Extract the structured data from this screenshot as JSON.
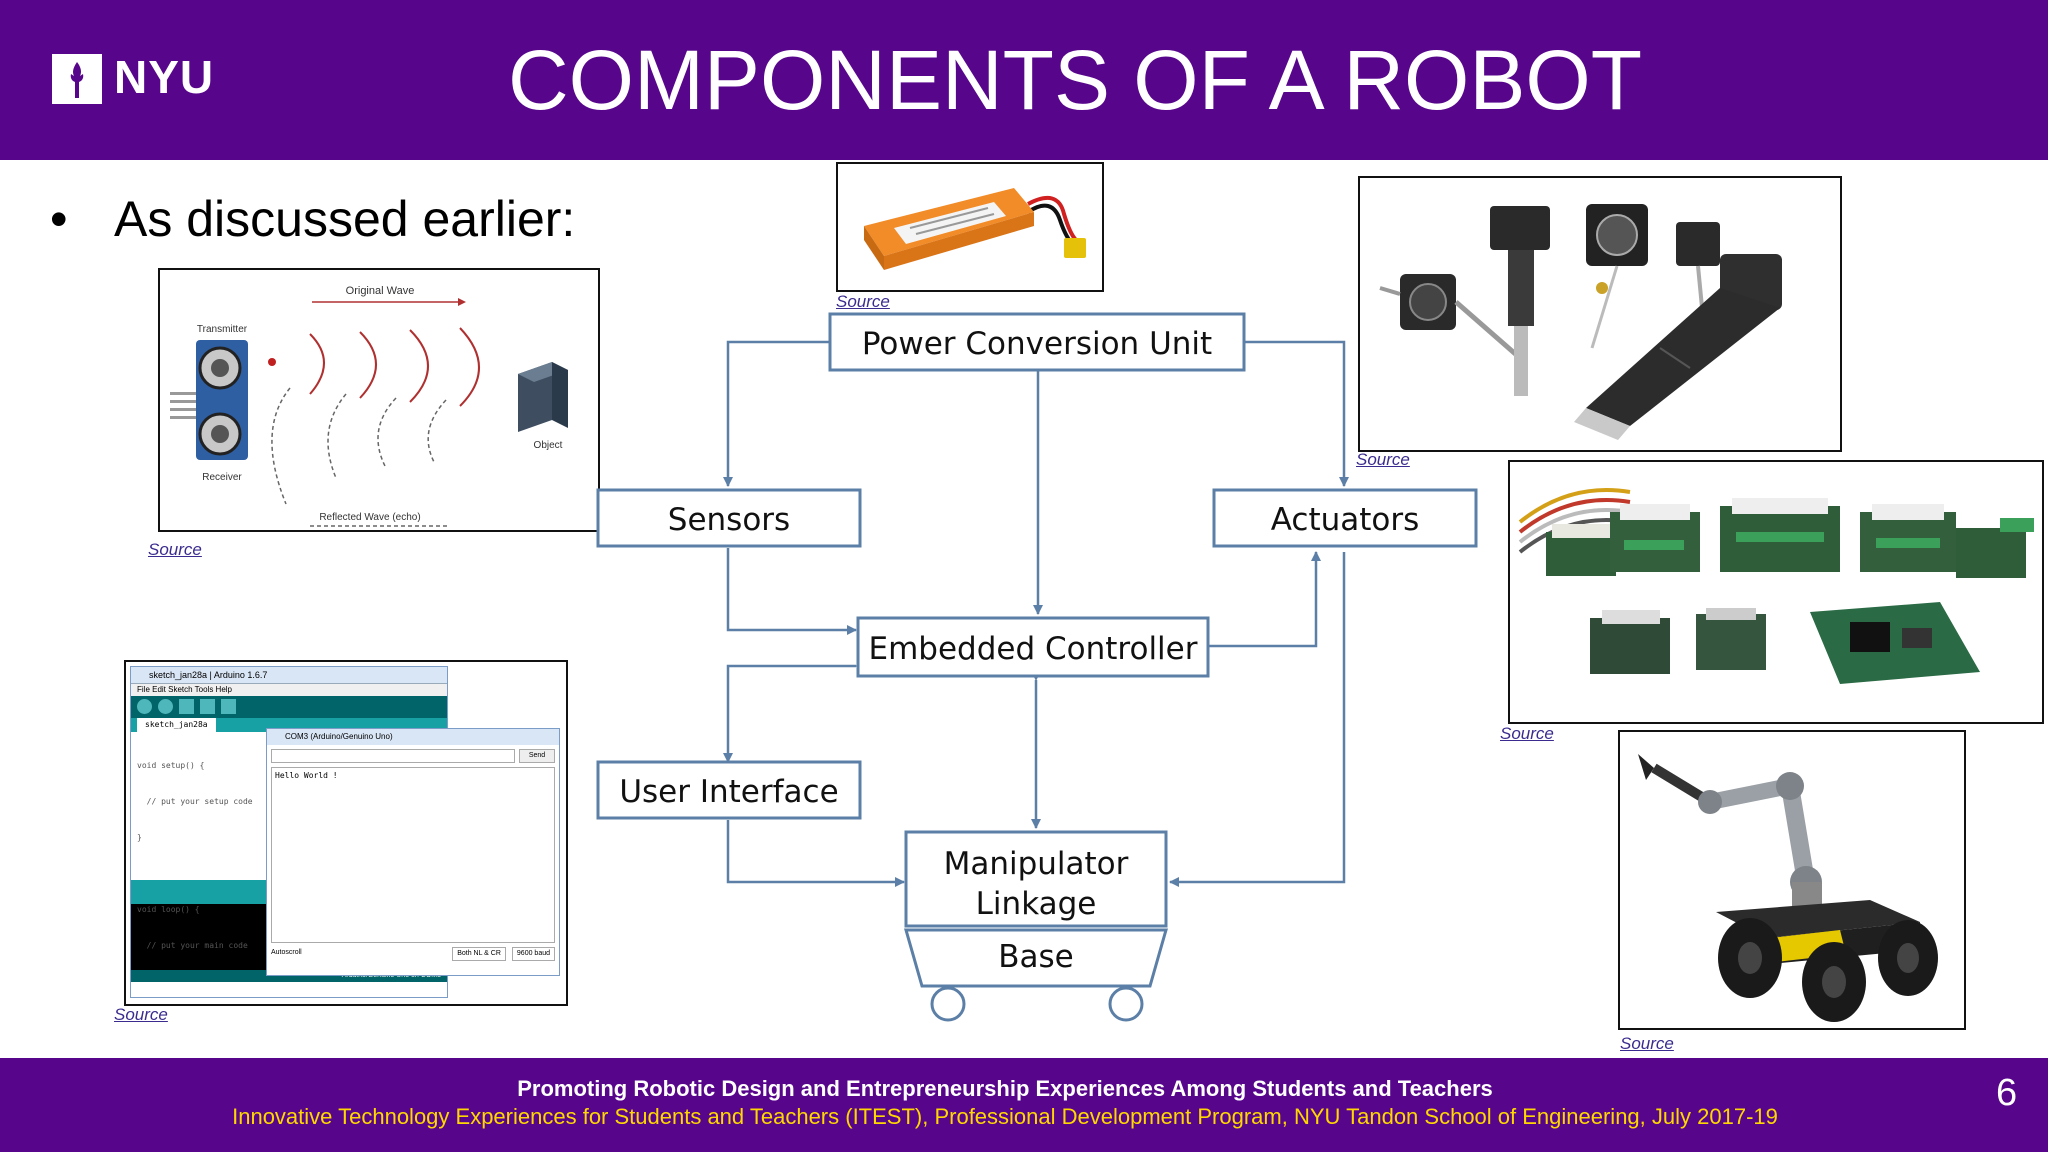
{
  "header": {
    "logo_text": "NYU",
    "title": "COMPONENTS OF A ROBOT"
  },
  "content": {
    "bullet_marker": "•",
    "bullet_text": "As discussed earlier:"
  },
  "ultrasonic_figure": {
    "original_wave": "Original Wave",
    "transmitter": "Transmitter",
    "receiver": "Receiver",
    "object": "Object",
    "reflected_wave": "Reflected Wave (echo)"
  },
  "arduino_figure": {
    "window_title": "sketch_jan28a | Arduino 1.6.7",
    "menu": "File  Edit  Sketch  Tools  Help",
    "tab": "sketch_jan28a",
    "code_lines": [
      "void setup() {",
      "  // put your setup code",
      "}",
      "",
      "void loop() {",
      "  // put your main code",
      "",
      "}"
    ],
    "serial_title": "COM3 (Arduino/Genuino Uno)",
    "send_label": "Send",
    "serial_output": "Hello World !",
    "autoscroll": "Autoscroll",
    "line_ending": "Both NL & CR",
    "baud": "9600 baud",
    "status": "Arduino/Genuino Uno on COM3"
  },
  "diagram": {
    "power": "Power Conversion Unit",
    "sensors": "Sensors",
    "actuators": "Actuators",
    "controller": "Embedded Controller",
    "user_interface": "User Interface",
    "manipulator_1": "Manipulator",
    "manipulator_2": "Linkage",
    "base": "Base"
  },
  "source_labels": {
    "battery": "Source",
    "ultrasonic": "Source",
    "motors": "Source",
    "boards": "Source",
    "arduino": "Source",
    "robot": "Source"
  },
  "footer": {
    "line1": "Promoting Robotic Design and Entrepreneurship Experiences Among Students and Teachers",
    "line2": "Innovative Technology Experiences for Students and Teachers (ITEST), Professional Development Program, NYU Tandon School of Engineering, July 2017-19",
    "page_number": "6"
  },
  "colors": {
    "nyu_purple": "#57068c",
    "footer_accent": "#ffd700",
    "diagram_line": "#5b7fa6",
    "link": "#3a2c8f"
  }
}
